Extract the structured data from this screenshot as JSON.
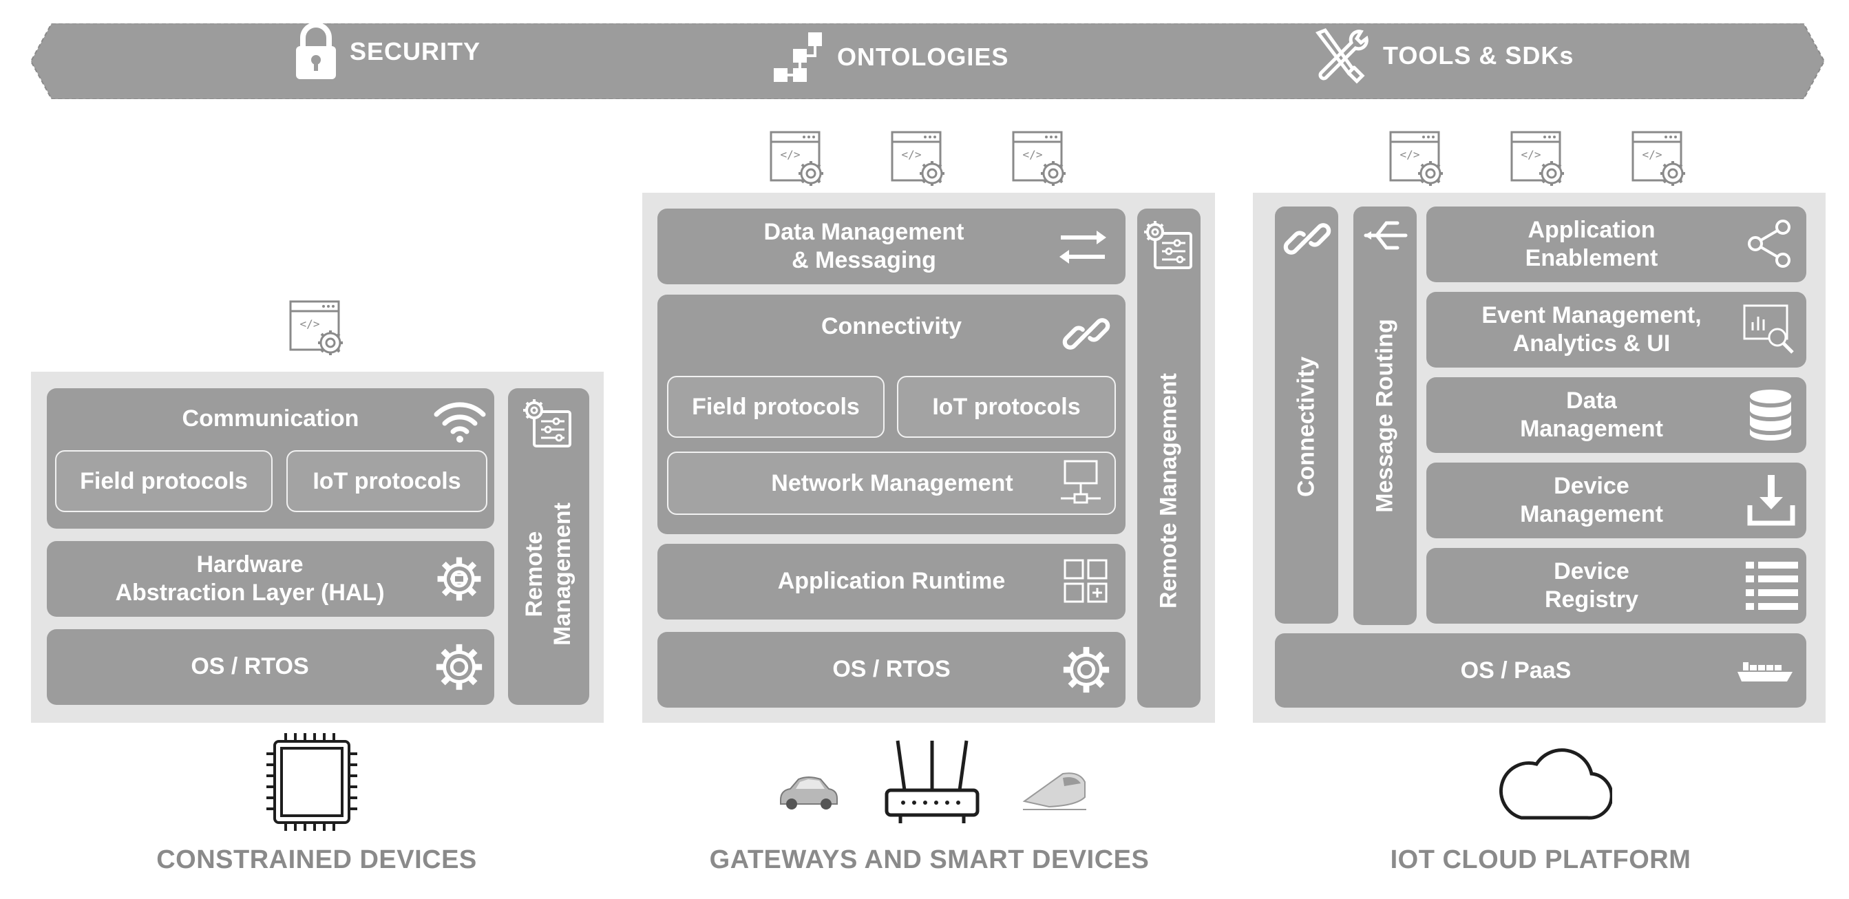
{
  "banner": {
    "items": [
      {
        "label": "SECURITY",
        "icon": "lock-icon"
      },
      {
        "label": "ONTOLOGIES",
        "icon": "hierarchy-icon"
      },
      {
        "label": "TOOLS & SDKs",
        "icon": "tools-icon"
      }
    ]
  },
  "constrained": {
    "caption": "CONSTRAINED DEVICES",
    "communication": "Communication",
    "field_protocols": "Field protocols",
    "iot_protocols": "IoT protocols",
    "hal": [
      "Hardware",
      "Abstraction Layer (HAL)"
    ],
    "os": "OS / RTOS",
    "remote": [
      "Remote",
      "Management"
    ]
  },
  "gateways": {
    "caption": "GATEWAYS AND SMART DEVICES",
    "data_mgmt": [
      "Data Management",
      "& Messaging"
    ],
    "connectivity": "Connectivity",
    "field_protocols": "Field protocols",
    "iot_protocols": "IoT protocols",
    "network_mgmt": "Network Management",
    "app_runtime": "Application Runtime",
    "os": "OS / RTOS",
    "remote": "Remote Management"
  },
  "cloud": {
    "caption": "IOT CLOUD PLATFORM",
    "connectivity": "Connectivity",
    "message_routing": "Message Routing",
    "app_enable": [
      "Application",
      "Enablement"
    ],
    "event_mgmt": [
      "Event Management,",
      "Analytics & UI"
    ],
    "data_mgmt": [
      "Data",
      "Management"
    ],
    "device_mgmt": [
      "Device",
      "Management"
    ],
    "device_registry": [
      "Device",
      "Registry"
    ],
    "os": "OS / PaaS"
  },
  "colors": {
    "box": "#9c9c9c",
    "panel": "#e4e4e4",
    "banner": "#9c9c9c",
    "caption": "#8a8a8a"
  }
}
